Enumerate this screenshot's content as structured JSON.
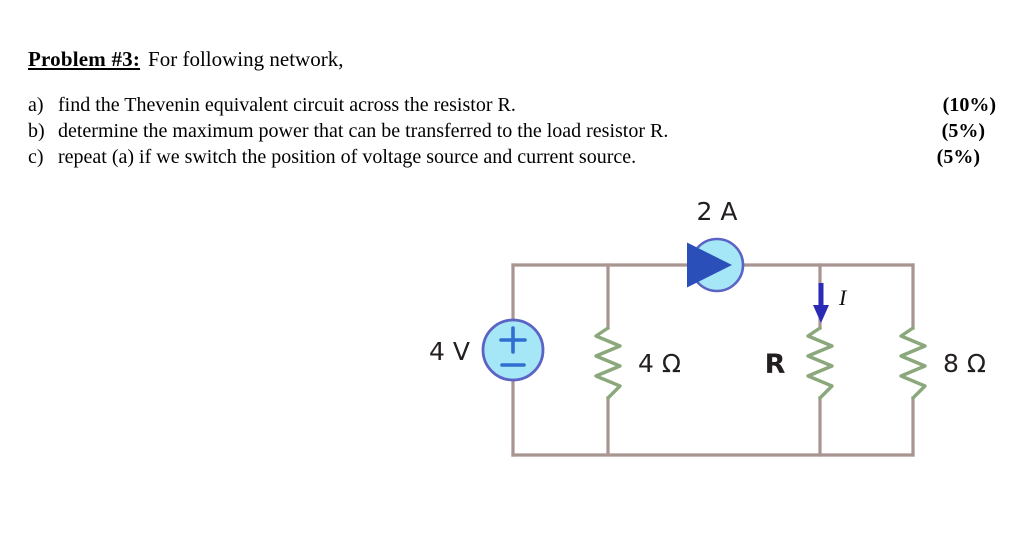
{
  "document": {
    "heading": {
      "label": "Problem #3:",
      "statement": "For following network,"
    },
    "tasks": [
      {
        "marker": "a)",
        "text": "find the Thevenin equivalent circuit across the resistor R.",
        "weight": "(10%)"
      },
      {
        "marker": "b)",
        "text": "determine the maximum power that can be transferred to the load resistor R.",
        "weight": "(5%)"
      },
      {
        "marker": "c)",
        "text": "repeat (a) if we switch the position of voltage source and current source.",
        "weight": "(5%)"
      }
    ]
  },
  "circuit": {
    "voltage_source": {
      "label": "4 V",
      "plus": "+",
      "minus": "–"
    },
    "current_source": {
      "label": "2 A"
    },
    "resistors": [
      {
        "label": "4 Ω"
      },
      {
        "label": "R"
      },
      {
        "label": "8 Ω"
      }
    ],
    "current_arrow": {
      "label": "I"
    },
    "colors": {
      "wire": "#a89490",
      "resistor": "#8ba87c",
      "source_fill": "#a6e7f7",
      "source_stroke": "#5b63c4",
      "source_glyph": "#2f6fd0",
      "arrow": "#2b2bb5",
      "text": "#231f20"
    }
  }
}
